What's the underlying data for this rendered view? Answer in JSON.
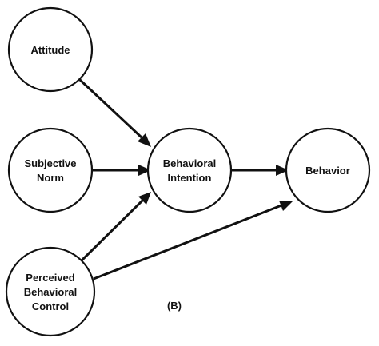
{
  "diagram": {
    "caption": "(B)",
    "nodes": {
      "attitude": {
        "label": "Attitude"
      },
      "subjective_norm": {
        "line1": "Subjective",
        "line2": "Norm"
      },
      "behavioral_intention": {
        "line1": "Behavioral",
        "line2": "Intention"
      },
      "behavior": {
        "label": "Behavior"
      },
      "perceived_behavioral_control": {
        "line1": "Perceived",
        "line2": "Behavioral",
        "line3": "Control"
      }
    },
    "edges": [
      {
        "from": "Attitude",
        "to": "Behavioral Intention"
      },
      {
        "from": "Subjective Norm",
        "to": "Behavioral Intention"
      },
      {
        "from": "Perceived Behavioral Control",
        "to": "Behavioral Intention"
      },
      {
        "from": "Behavioral Intention",
        "to": "Behavior"
      },
      {
        "from": "Perceived Behavioral Control",
        "to": "Behavior"
      }
    ]
  }
}
